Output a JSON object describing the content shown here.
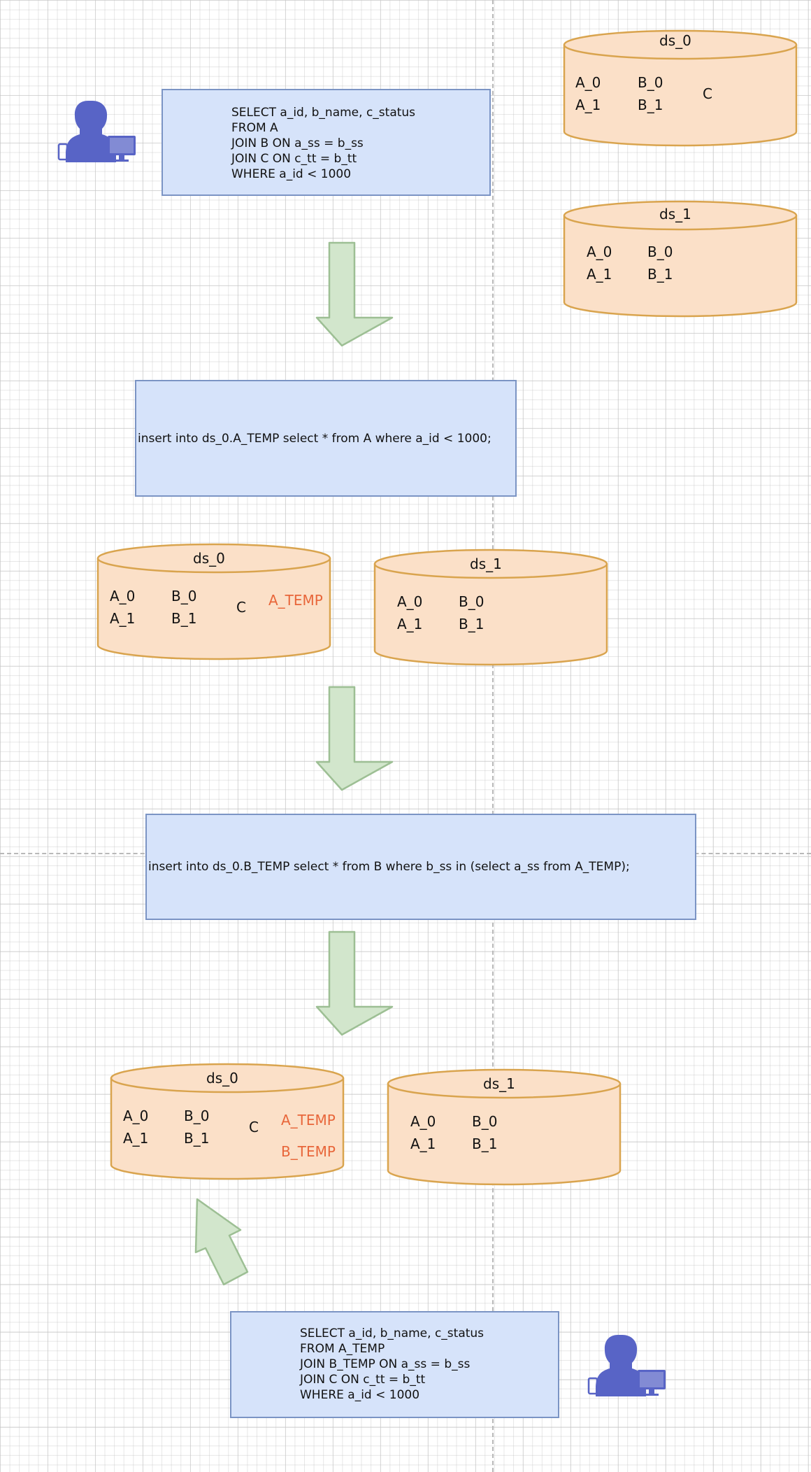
{
  "colors": {
    "box_fill": "#d6e3fa",
    "box_border": "#7b94c4",
    "db_fill": "#fbe0c8",
    "db_border": "#d9a44e",
    "arrow_fill": "#d2e6cc",
    "arrow_border": "#9dbf94",
    "temp_text": "#e8663a",
    "icon": "#5864c6"
  },
  "query1": {
    "lines": [
      "SELECT a_id, b_name, c_status",
      "FROM A",
      "JOIN B ON a_ss = b_ss",
      "JOIN C ON c_tt = b_tt",
      "WHERE a_id < 1000"
    ]
  },
  "step1": {
    "sql": "insert into ds_0.A_TEMP select * from A where a_id < 1000;"
  },
  "step2": {
    "sql": "insert into ds_0.B_TEMP select * from B where b_ss in (select a_ss from A_TEMP);"
  },
  "query2": {
    "lines": [
      "SELECT a_id, b_name, c_status",
      "FROM A_TEMP",
      "JOIN B_TEMP ON a_ss = b_ss",
      "JOIN C ON c_tt = b_tt",
      "WHERE a_id < 1000"
    ]
  },
  "stage0": {
    "ds0": {
      "name": "ds_0",
      "a0": "A_0",
      "b0": "B_0",
      "a1": "A_1",
      "b1": "B_1",
      "c": "C"
    },
    "ds1": {
      "name": "ds_1",
      "a0": "A_0",
      "b0": "B_0",
      "a1": "A_1",
      "b1": "B_1"
    }
  },
  "stage1": {
    "ds0": {
      "name": "ds_0",
      "a0": "A_0",
      "b0": "B_0",
      "a1": "A_1",
      "b1": "B_1",
      "c": "C",
      "a_temp": "A_TEMP"
    },
    "ds1": {
      "name": "ds_1",
      "a0": "A_0",
      "b0": "B_0",
      "a1": "A_1",
      "b1": "B_1"
    }
  },
  "stage2": {
    "ds0": {
      "name": "ds_0",
      "a0": "A_0",
      "b0": "B_0",
      "a1": "A_1",
      "b1": "B_1",
      "c": "C",
      "a_temp": "A_TEMP",
      "b_temp": "B_TEMP"
    },
    "ds1": {
      "name": "ds_1",
      "a0": "A_0",
      "b0": "B_0",
      "a1": "A_1",
      "b1": "B_1"
    }
  },
  "icons": {
    "user_top": "user-with-devices-icon",
    "user_bottom": "user-with-devices-icon",
    "arrows": "down-arrow-icon"
  }
}
